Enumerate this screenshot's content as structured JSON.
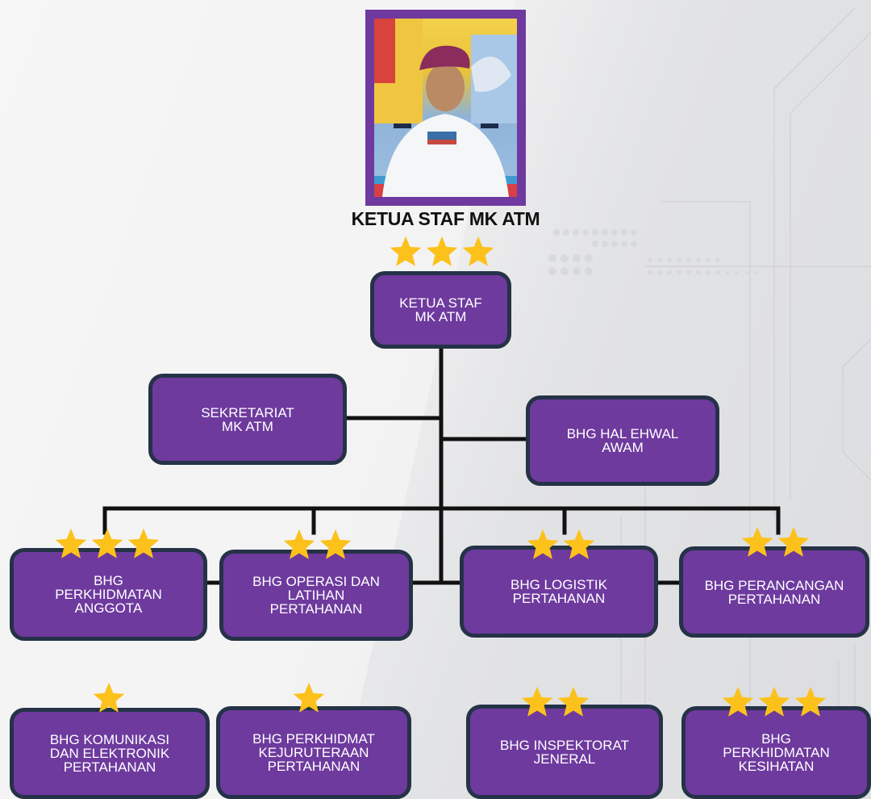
{
  "colors": {
    "box_fill": "#6e3a9e",
    "box_border": "#253247",
    "star": "#fcc21b",
    "frame": "#6f3aa0"
  },
  "top": {
    "title": "KETUA STAF MK ATM",
    "rank_stars": 3
  },
  "nodes": {
    "head": {
      "label": "KETUA STAF\nMK ATM",
      "stars": 0
    },
    "sekretariat": {
      "label": "SEKRETARIAT\nMK ATM",
      "stars": 0
    },
    "hal_ehwal": {
      "label": "BHG HAL EHWAL\nAWAM",
      "stars": 0
    },
    "perkhidmatan_anggota": {
      "label": "BHG\nPERKHIDMATAN\nANGGOTA",
      "stars": 3
    },
    "operasi_latihan": {
      "label": "BHG OPERASI DAN\nLATIHAN\nPERTAHANAN",
      "stars": 2
    },
    "logistik": {
      "label": "BHG LOGISTIK\nPERTAHANAN",
      "stars": 2
    },
    "perancangan": {
      "label": "BHG PERANCANGAN\nPERTAHANAN",
      "stars": 2
    },
    "komunikasi": {
      "label": "BHG KOMUNIKASI\nDAN ELEKTRONIK\nPERTAHANAN",
      "stars": 1
    },
    "kejuruteraan": {
      "label": "BHG PERKHIDMAT\nKEJURUTERAAN\nPERTAHANAN",
      "stars": 1
    },
    "inspektorat": {
      "label": "BHG INSPEKTORAT\nJENERAL",
      "stars": 2
    },
    "kesihatan": {
      "label": "BHG\nPERKHIDMATAN\nKESIHATAN",
      "stars": 3
    }
  }
}
